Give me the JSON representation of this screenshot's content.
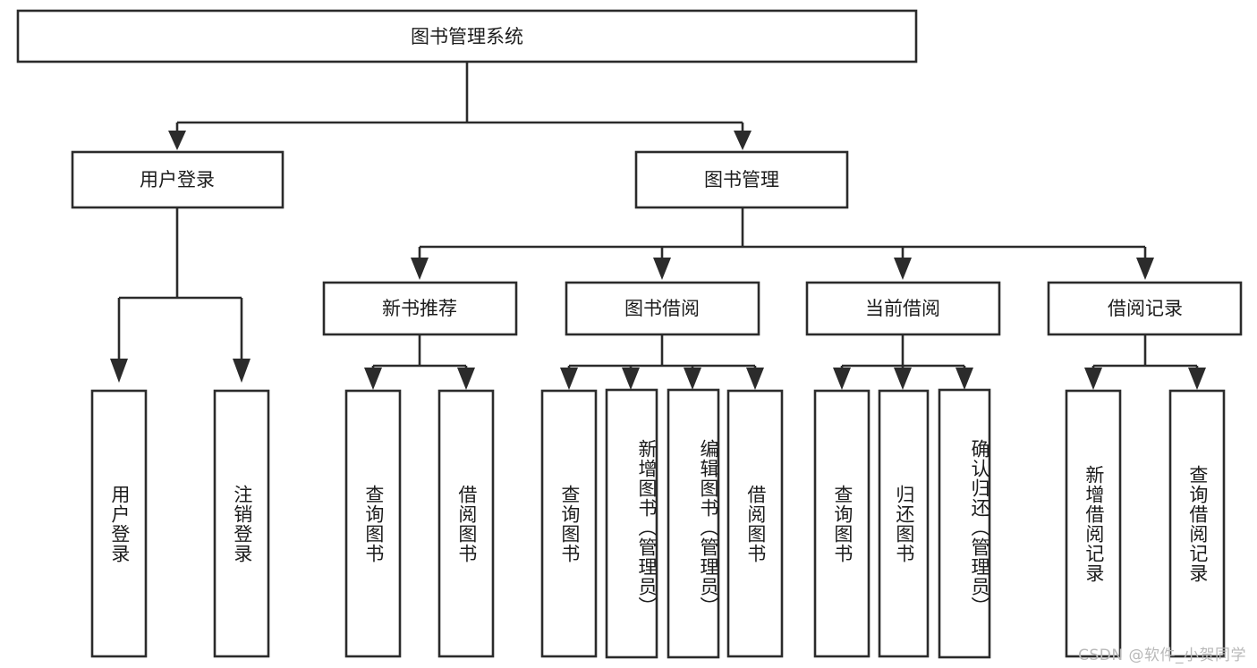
{
  "diagram": {
    "title": "图书管理系统",
    "type": "tree",
    "root": {
      "id": "root",
      "label": "图书管理系统",
      "orientation": "horizontal"
    },
    "level1": [
      {
        "id": "user-login",
        "label": "用户登录",
        "orientation": "horizontal"
      },
      {
        "id": "book-manage",
        "label": "图书管理",
        "orientation": "horizontal"
      }
    ],
    "level2": [
      {
        "id": "new-book-recommend",
        "label": "新书推荐",
        "parent": "book-manage",
        "orientation": "horizontal"
      },
      {
        "id": "book-borrow",
        "label": "图书借阅",
        "parent": "book-manage",
        "orientation": "horizontal"
      },
      {
        "id": "current-borrow",
        "label": "当前借阅",
        "parent": "book-manage",
        "orientation": "horizontal"
      },
      {
        "id": "borrow-record",
        "label": "借阅记录",
        "parent": "book-manage",
        "orientation": "horizontal"
      }
    ],
    "leaves": [
      {
        "id": "leaf-user-login",
        "label": "用户登录",
        "parent": "user-login",
        "orientation": "vertical"
      },
      {
        "id": "leaf-user-logout",
        "label": "注销登录",
        "parent": "user-login",
        "orientation": "vertical"
      },
      {
        "id": "leaf-query-book-1",
        "label": "查询图书",
        "parent": "new-book-recommend",
        "orientation": "vertical"
      },
      {
        "id": "leaf-borrow-book-1",
        "label": "借阅图书",
        "parent": "new-book-recommend",
        "orientation": "vertical"
      },
      {
        "id": "leaf-query-book-2",
        "label": "查询图书",
        "parent": "book-borrow",
        "orientation": "vertical"
      },
      {
        "id": "leaf-add-book",
        "label": "新增图书（管理员）",
        "parent": "book-borrow",
        "orientation": "vertical"
      },
      {
        "id": "leaf-edit-book",
        "label": "编辑图书（管理员）",
        "parent": "book-borrow",
        "orientation": "vertical"
      },
      {
        "id": "leaf-borrow-book-2",
        "label": "借阅图书",
        "parent": "book-borrow",
        "orientation": "vertical"
      },
      {
        "id": "leaf-query-book-3",
        "label": "查询图书",
        "parent": "current-borrow",
        "orientation": "vertical"
      },
      {
        "id": "leaf-return-book",
        "label": "归还图书",
        "parent": "current-borrow",
        "orientation": "vertical"
      },
      {
        "id": "leaf-confirm-return",
        "label": "确认归还（管理员）",
        "parent": "current-borrow",
        "orientation": "vertical"
      },
      {
        "id": "leaf-add-record",
        "label": "新增借阅记录",
        "parent": "borrow-record",
        "orientation": "vertical"
      },
      {
        "id": "leaf-query-record",
        "label": "查询借阅记录",
        "parent": "borrow-record",
        "orientation": "vertical"
      }
    ],
    "colors": {
      "stroke": "#2b2b2b",
      "fill": "#ffffff",
      "text": "#1c1c1c",
      "watermark": "#b9b9b9",
      "background": "#ffffff"
    }
  },
  "watermark": {
    "text": "CSDN @软件_小贺同学"
  }
}
